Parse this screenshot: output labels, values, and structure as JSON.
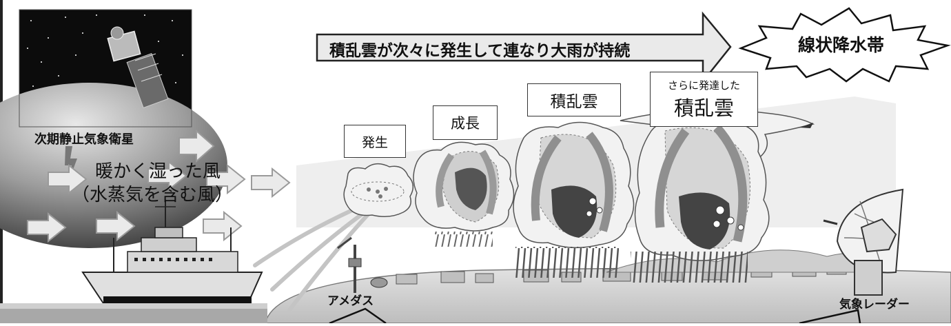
{
  "banner_text": "積乱雲が次々に発生して連なり大雨が持続",
  "burst_text": "線状降水帯",
  "satellite_label": "次期静止気象衛星",
  "wind_label_line1": "暖かく湿った風",
  "wind_label_line2": "（水蒸気を含む風）",
  "stage_labels": {
    "genesis": "発生",
    "growth": "成長",
    "cumulonimbus": "積乱雲",
    "developed_small": "さらに発達した",
    "developed_large": "積乱雲"
  },
  "amedas_label": "アメダス",
  "radar_label": "気象レーダー",
  "colors": {
    "sky_band": "#eeeeee",
    "cloud_fill": "#f2f2f2",
    "updraft": "#9a9a9a",
    "core": "#444444",
    "ground": "#d0d0d0",
    "arrow_fill": "#eaeaea"
  }
}
